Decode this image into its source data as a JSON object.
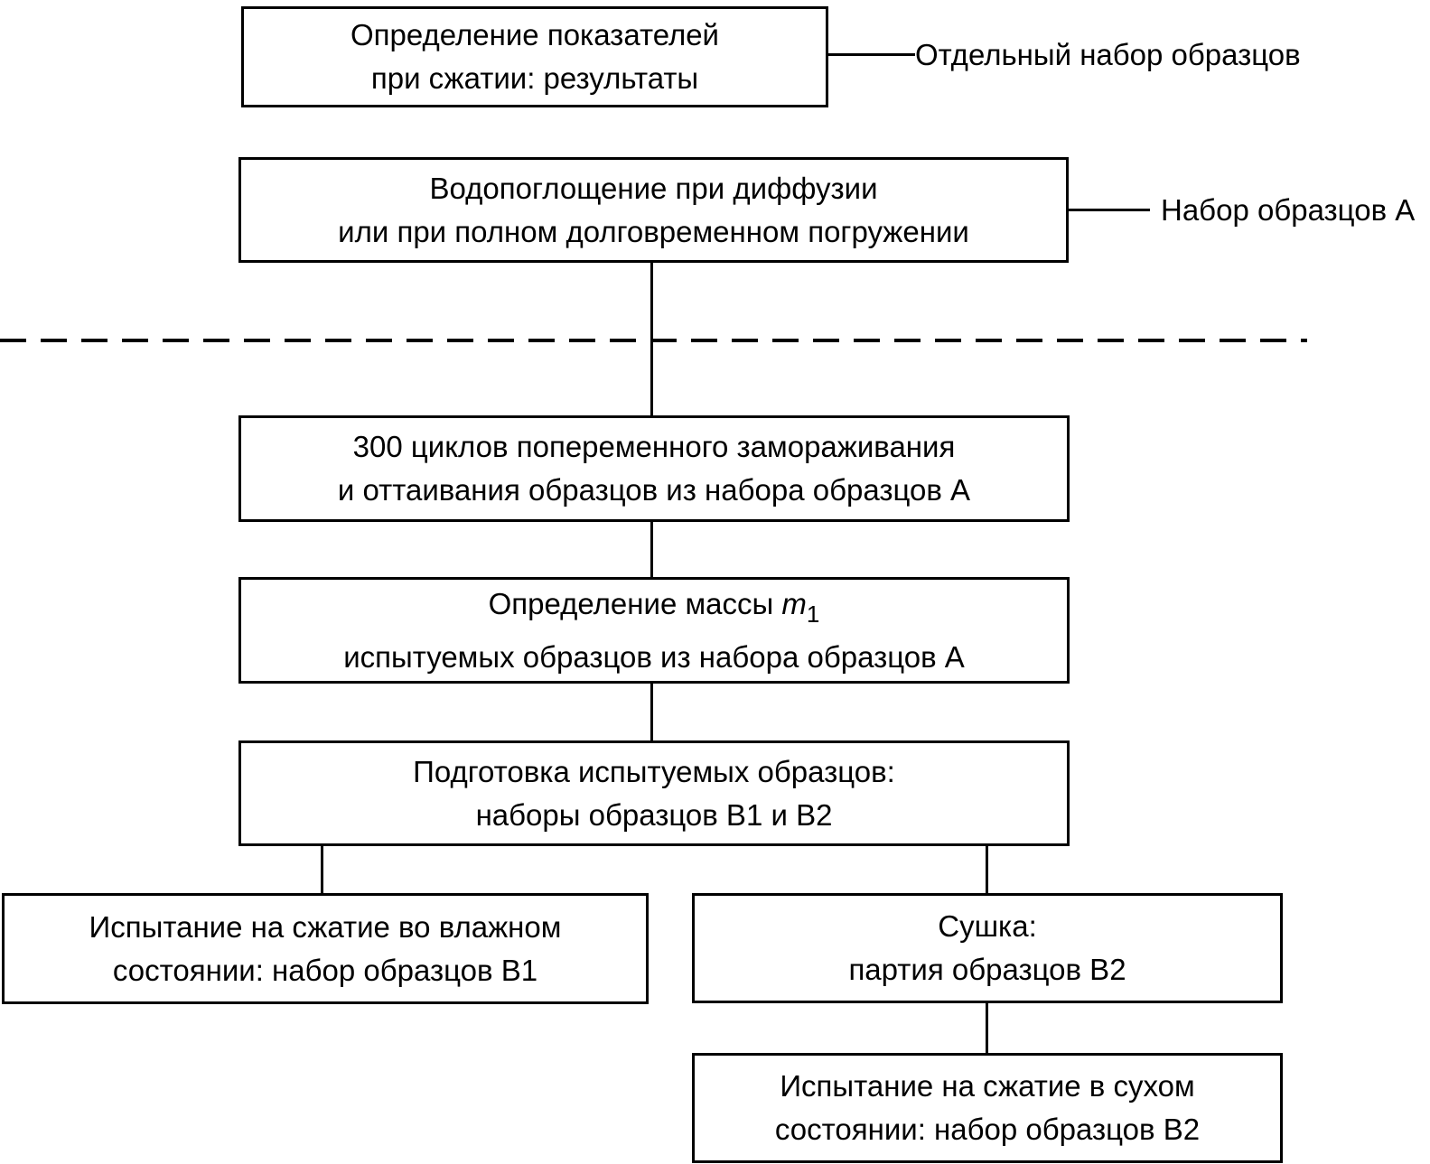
{
  "diagram": {
    "title": "Flowchart of compression/freeze-thaw test procedure (Russian)",
    "colors": {
      "line": "#000000",
      "background": "#ffffff",
      "text": "#000000"
    },
    "boxes": {
      "compression_results": {
        "line1": "Определение показателей",
        "line2": "при сжатии: результаты"
      },
      "water_absorption": {
        "line1": "Водопоглощение при диффузии",
        "line2": "или при полном долговременном погружении"
      },
      "freeze_thaw": {
        "line1": "300 циклов попеременного замораживания",
        "line2": "и оттаивания образцов из набора образцов А"
      },
      "mass_determination": {
        "line1_prefix": "Определение массы ",
        "mass_symbol": "m",
        "mass_subscript": "1",
        "line2": "испытуемых образцов из набора образцов А"
      },
      "preparation": {
        "line1": "Подготовка испытуемых образцов:",
        "line2": "наборы образцов В1 и В2"
      },
      "wet_compression": {
        "line1": "Испытание на сжатие во влажном",
        "line2": "состоянии: набор образцов В1"
      },
      "drying": {
        "line1": "Сушка:",
        "line2": "партия образцов В2"
      },
      "dry_compression": {
        "line1": "Испытание на сжатие в сухом",
        "line2": "состоянии: набор образцов В2"
      }
    },
    "labels": {
      "separate_set": "Отдельный набор образцов",
      "set_a": "Набор образцов А"
    }
  }
}
